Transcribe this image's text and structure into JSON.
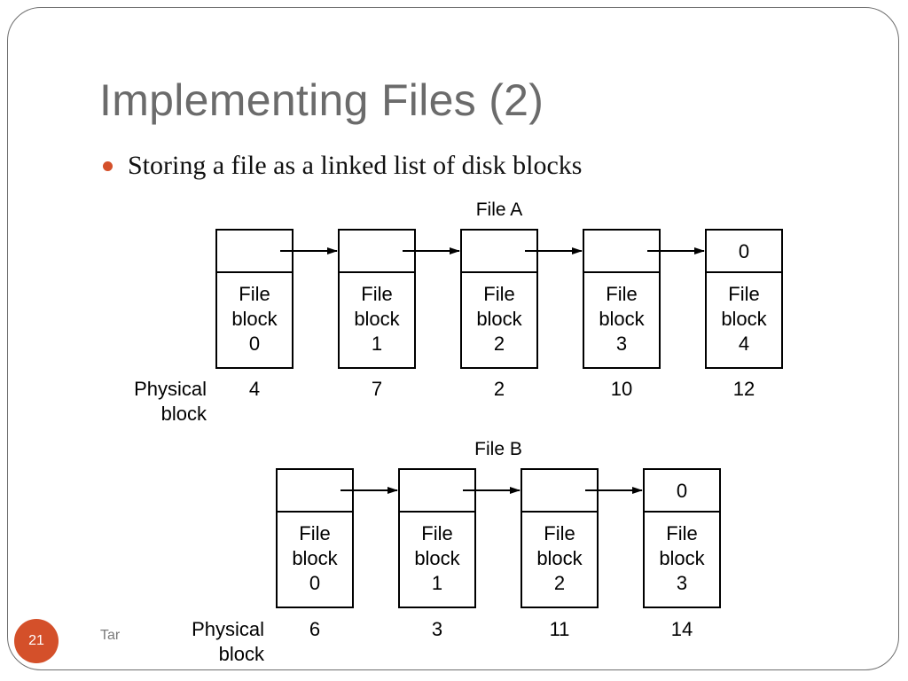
{
  "slide": {
    "title": "Implementing Files (2)",
    "bullet": "Storing a file as a linked list of disk blocks",
    "number": "21",
    "footer": "Tar",
    "accent_color": "#d4502a"
  },
  "diagram": {
    "file_a": {
      "label": "File A",
      "block_label_lines": [
        "File",
        "block"
      ],
      "blocks": [
        {
          "index": "0",
          "physical": "4"
        },
        {
          "index": "1",
          "physical": "7"
        },
        {
          "index": "2",
          "physical": "2"
        },
        {
          "index": "3",
          "physical": "10"
        },
        {
          "index": "4",
          "physical": "12"
        }
      ],
      "end_marker": "0",
      "row_label": [
        "Physical",
        "block"
      ]
    },
    "file_b": {
      "label": "File B",
      "block_label_lines": [
        "File",
        "block"
      ],
      "blocks": [
        {
          "index": "0",
          "physical": "6"
        },
        {
          "index": "1",
          "physical": "3"
        },
        {
          "index": "2",
          "physical": "11"
        },
        {
          "index": "3",
          "physical": "14"
        }
      ],
      "end_marker": "0",
      "row_label": [
        "Physical",
        "block"
      ]
    }
  }
}
